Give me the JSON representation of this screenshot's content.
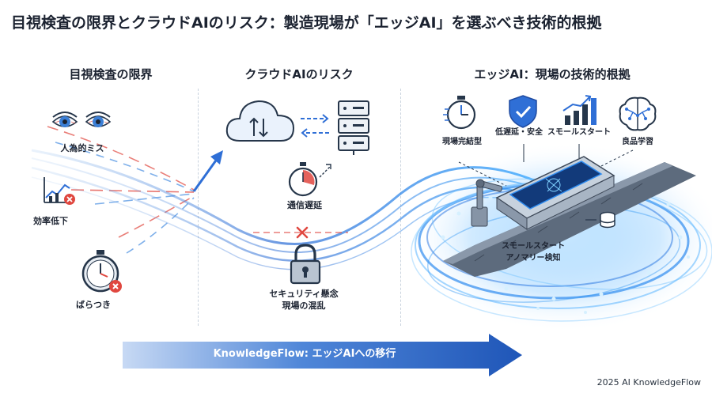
{
  "title": "目視検査の限界とクラウドAIのリスク：製造現場が「エッジAI」を選ぶべき技術的根拠",
  "sections": {
    "left": {
      "title": "目視検査の限界",
      "items": [
        "人為的ミス",
        "効率低下",
        "ばらつき"
      ]
    },
    "middle": {
      "title": "クラウドAIのリスク",
      "items": [
        "通信遅延",
        "セキュリティ懸念",
        "現場の混乱"
      ]
    },
    "right": {
      "title": "エッジAI：現場の技術的根拠",
      "items": [
        "現場完結型",
        "低遅延・安全",
        "スモールスタート",
        "良品学習"
      ],
      "device_labels": [
        "スモールスタート",
        "アノマリー検知"
      ]
    }
  },
  "bottom_arrow_text": "KnowledgeFlow: エッジAIへの移行",
  "footer": "2025 AI KnowledgeFlow",
  "colors": {
    "blue": "#2f6fd6",
    "dark_blue": "#1f56b8",
    "red": "#e0473f",
    "navy": "#26364a",
    "glow": "#5ab4ff"
  }
}
